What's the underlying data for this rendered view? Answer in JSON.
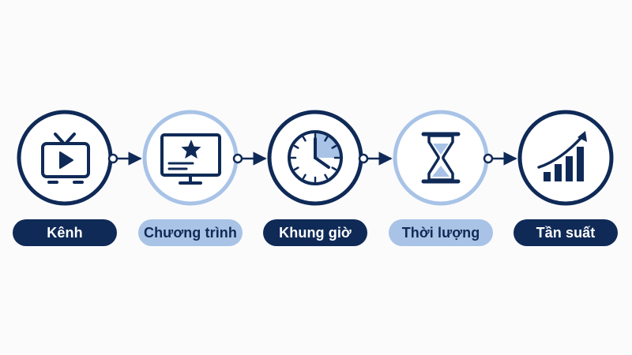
{
  "colors": {
    "dark": "#0f2a57",
    "light": "#a8c3e6",
    "background": "#fbfbfc"
  },
  "steps": [
    {
      "label": "Kênh",
      "icon": "tv-icon",
      "style": "dark"
    },
    {
      "label": "Chương trình",
      "icon": "monitor-star-icon",
      "style": "light"
    },
    {
      "label": "Khung giờ",
      "icon": "clock-icon",
      "style": "dark"
    },
    {
      "label": "Thời lượng",
      "icon": "hourglass-icon",
      "style": "light"
    },
    {
      "label": "Tần suất",
      "icon": "growth-chart-icon",
      "style": "dark"
    }
  ],
  "connectors": 4
}
